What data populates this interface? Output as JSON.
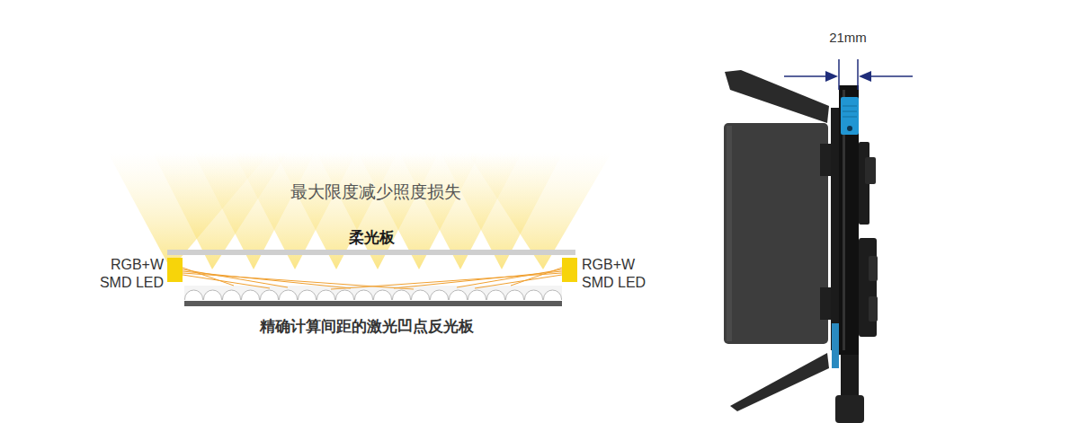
{
  "diagram": {
    "labels": [
      "最大限度减少照度损失",
      "柔光板",
      "RGB+W SMD LED",
      "RGB+W SMD LED",
      "精确计算间距的激光凹点反光板",
      "21mm"
    ]
  }
}
